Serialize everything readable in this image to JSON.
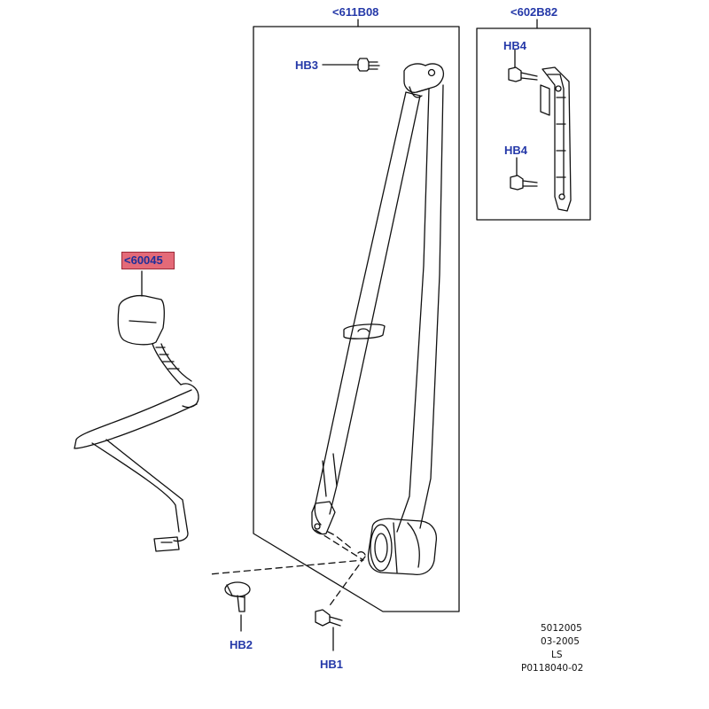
{
  "callouts": {
    "belt_assembly": "<611B08",
    "height_adjuster": "<602B82",
    "buckle": "<60045",
    "bolt_hb3": "HB3",
    "bolt_hb4_top": "HB4",
    "bolt_hb4_bottom": "HB4",
    "bolt_hb2": "HB2",
    "bolt_hb1": "HB1"
  },
  "footer": {
    "line1": "5012005",
    "line2": "03-2005",
    "line3": "LS",
    "line4": "P0118040-02"
  },
  "colors": {
    "callout_text": "#2438a8",
    "highlight": "#e46a78",
    "line": "#111111"
  }
}
